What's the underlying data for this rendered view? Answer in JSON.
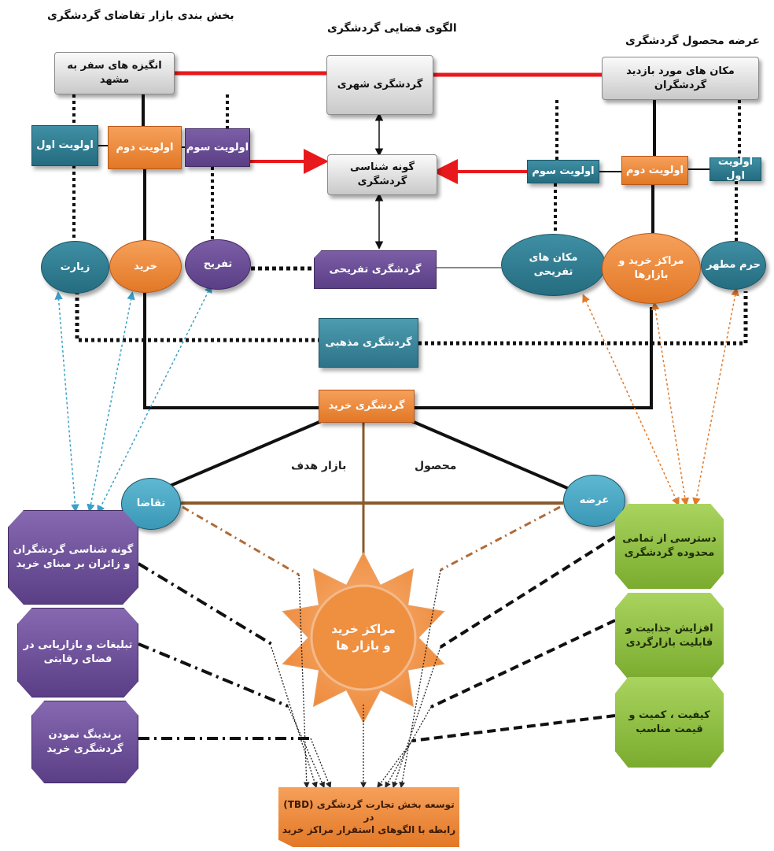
{
  "headers": {
    "demand": "بخش بندی بازار تقاضای گردشگری",
    "spatial": "الگوی فضایی گردشگری",
    "supply": "عرضه محصول گردشگری"
  },
  "top": {
    "motive": "انگیزه های سفر به مشهد",
    "urban": "گردشگری شهری",
    "places": "مکان های مورد بازدید گردشگران"
  },
  "priorities": {
    "first": "اولویت اول",
    "second": "اولویت دوم",
    "third": "اولویت سوم"
  },
  "typology": "گونه شناسی گردشگری",
  "left_ellipses": {
    "pilgrimage": "زیارت",
    "shopping": "خرید",
    "recreation": "تفریح"
  },
  "recreational_tourism": "گردشگری تفریحی",
  "right_ellipses": {
    "recreational_places": "مکان های\nتفریحی",
    "shopping_centers": "مراکز خرید و\nبازارها",
    "shrine": "حرم مطهر"
  },
  "religious_tourism": "گردشگری مذهبی",
  "shopping_tourism": "گردشگری خرید",
  "labels": {
    "target_market": "بازار هدف",
    "product": "محصول"
  },
  "circles": {
    "demand": "تقاضا",
    "supply": "عرضه"
  },
  "left_octagons": [
    "گونه شناسی گردشگران\nو زائران بر مبنای خرید",
    "تبلیغات و بازاریابی در\nفضای رقابتی",
    "برندینگ نمودن\nگردشگری خرید"
  ],
  "right_octagons": [
    "دسترسی از تمامی\nمحدوده گردشگری",
    "افزایش جذابیت و\nقابلیت بازارگردی",
    "کیفیت ، کمیت و\nقیمت مناسب"
  ],
  "sun_center": "مراکز خرید\nو بازار ها",
  "bottom_box": "توسعه بخش تجارت گردشگری (TBD) در\nرابطه با الگوهای استقرار مراکز خرید",
  "colors": {
    "teal": "#2e7d92",
    "orange": "#f08a3c",
    "purple": "#65479a",
    "green": "#8fbf45",
    "red": "#e8191c",
    "brown": "#8a5a2b"
  }
}
